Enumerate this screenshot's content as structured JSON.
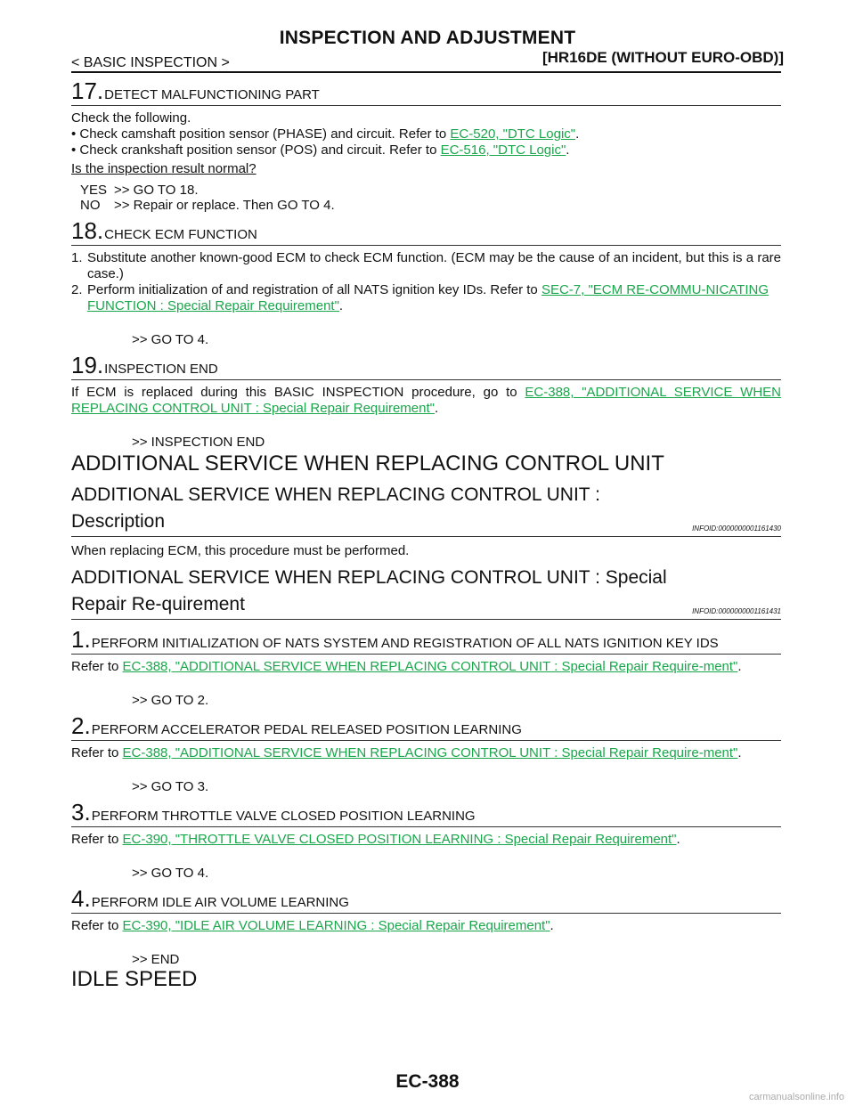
{
  "header": {
    "title": "INSPECTION AND ADJUSTMENT",
    "breadcrumb": "< BASIC INSPECTION >",
    "model": "[HR16DE (WITHOUT EURO-OBD)]"
  },
  "step17": {
    "num": "17.",
    "title": "DETECT MALFUNCTIONING PART",
    "intro": "Check the following.",
    "bullet1_pre": "• Check camshaft position sensor (PHASE) and circuit. Refer to ",
    "bullet1_link": "EC-520, \"DTC Logic\"",
    "bullet2_pre": "• Check crankshaft position sensor (POS) and circuit. Refer to ",
    "bullet2_link": "EC-516, \"DTC Logic\"",
    "question": "Is the inspection result normal?",
    "yes_label": "YES",
    "yes_text": ">> GO TO 18.",
    "no_label": "NO",
    "no_text": ">> Repair or replace. Then GO TO 4."
  },
  "step18": {
    "num": "18.",
    "title": "CHECK ECM FUNCTION",
    "item1_n": "1.",
    "item1": "Substitute another known-good ECM to check ECM function. (ECM may be the cause of an incident, but this is a rare case.)",
    "item2_n": "2.",
    "item2_pre": "Perform initialization of and registration of all NATS ignition key IDs. Refer to ",
    "item2_link": "SEC-7, \"ECM RE-COMMU-NICATING FUNCTION : Special Repair Requirement\"",
    "goto": ">> GO TO 4."
  },
  "step19": {
    "num": "19.",
    "title": "INSPECTION END",
    "text_pre": "If ECM is replaced during this BASIC INSPECTION procedure, go to ",
    "link": "EC-388, \"ADDITIONAL SERVICE WHEN REPLACING CONTROL UNIT : Special Repair Requirement\"",
    "goto": ">> INSPECTION END"
  },
  "section_add": {
    "heading": "ADDITIONAL SERVICE WHEN REPLACING CONTROL UNIT",
    "desc_heading": "ADDITIONAL SERVICE WHEN REPLACING CONTROL UNIT : Description",
    "desc_infoid": "INFOID:0000000001161430",
    "desc_text": "When replacing ECM, this procedure must be performed.",
    "srr_heading": "ADDITIONAL SERVICE WHEN REPLACING CONTROL UNIT : Special Repair Re-quirement",
    "srr_infoid": "INFOID:0000000001161431"
  },
  "steps": [
    {
      "num": "1.",
      "title": "PERFORM INITIALIZATION OF NATS SYSTEM AND REGISTRATION OF ALL NATS IGNITION KEY IDS",
      "refer": "Refer to ",
      "link": "EC-388, \"ADDITIONAL SERVICE WHEN REPLACING CONTROL UNIT : Special Repair Require-ment\"",
      "goto": ">> GO TO 2."
    },
    {
      "num": "2.",
      "title": "PERFORM ACCELERATOR PEDAL RELEASED POSITION LEARNING",
      "refer": "Refer to ",
      "link": "EC-388, \"ADDITIONAL SERVICE WHEN REPLACING CONTROL UNIT : Special Repair Require-ment\"",
      "goto": ">> GO TO 3."
    },
    {
      "num": "3.",
      "title": "PERFORM THROTTLE VALVE CLOSED POSITION LEARNING",
      "refer": "Refer to ",
      "link": "EC-390, \"THROTTLE VALVE CLOSED POSITION LEARNING : Special Repair Requirement\"",
      "goto": ">> GO TO 4."
    },
    {
      "num": "4.",
      "title": "PERFORM IDLE AIR VOLUME LEARNING",
      "refer": "Refer to ",
      "link": "EC-390, \"IDLE AIR VOLUME LEARNING : Special Repair Requirement\"",
      "goto": ">> END"
    }
  ],
  "idle_heading": "IDLE SPEED",
  "footer": {
    "page": "EC-388",
    "watermark": "carmanualsonline.info"
  }
}
